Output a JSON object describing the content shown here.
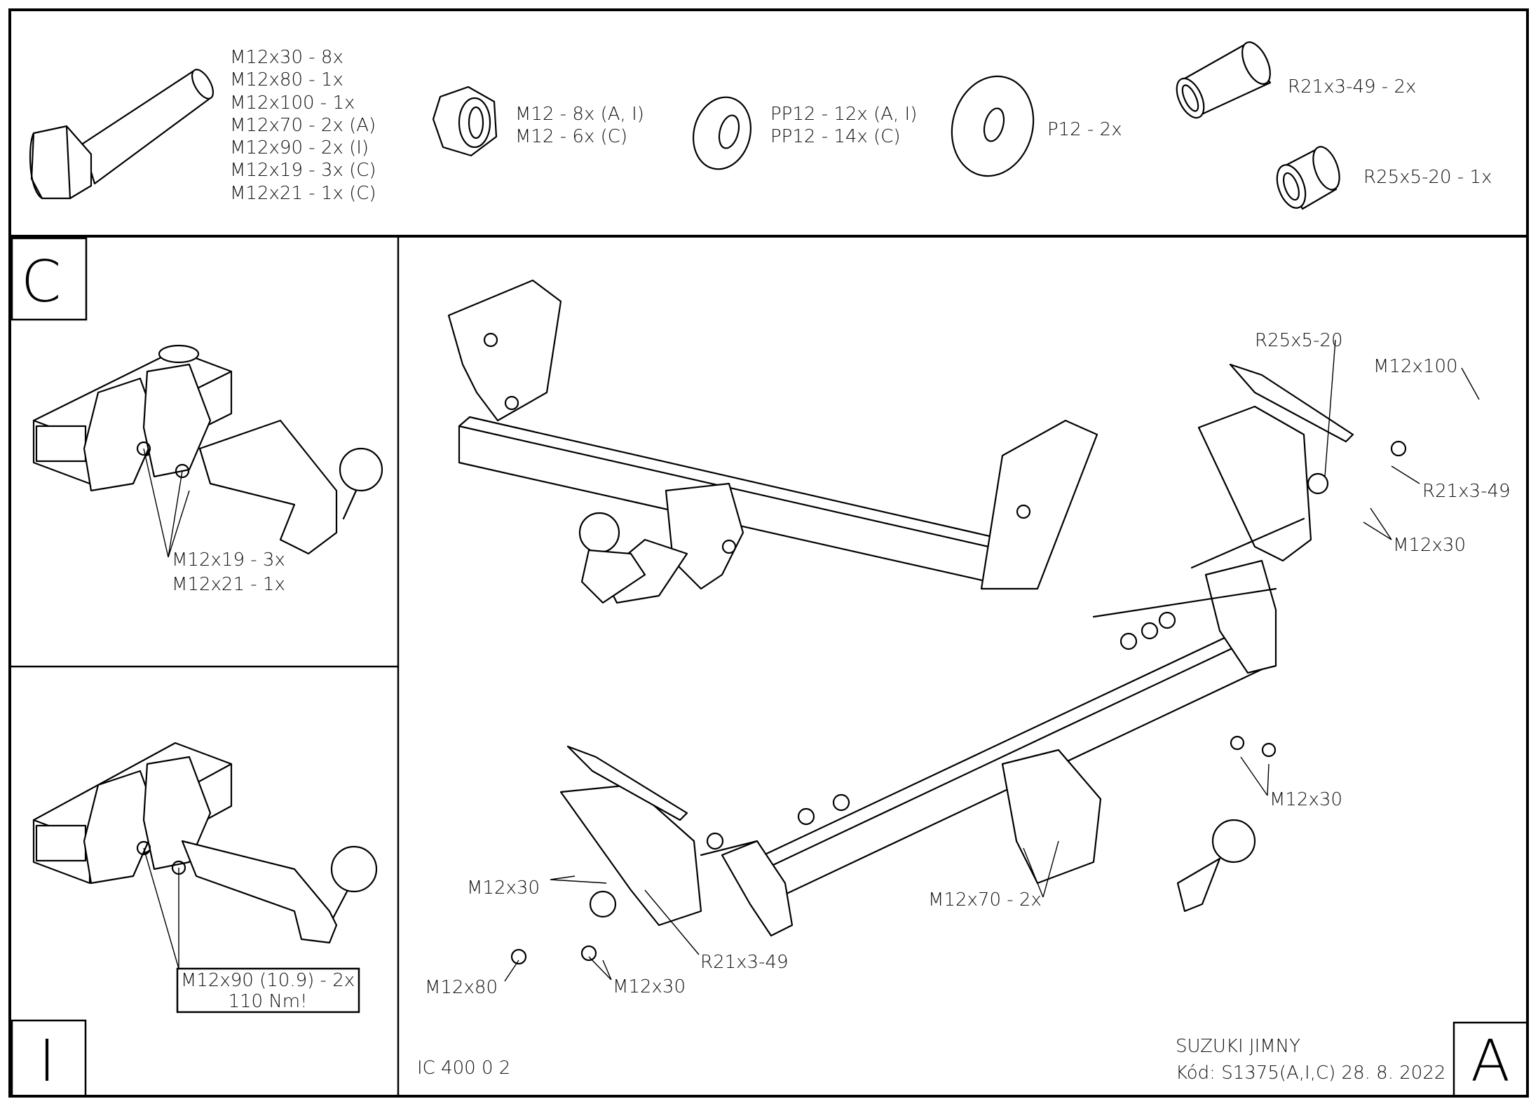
{
  "parts_list": {
    "bolts": [
      "M12x30 - 8x",
      "M12x80 - 1x",
      "M12x100 - 1x",
      "M12x70 - 2x (A)",
      "M12x90 - 2x (I)",
      "M12x19 - 3x (C)",
      "M12x21 - 1x (C)"
    ],
    "nuts": [
      "M12 - 8x (A, I)",
      "M12 - 6x (C)"
    ],
    "washers": [
      "PP12 - 12x (A, I)",
      "PP12 - 14x (C)"
    ],
    "large_washer": "P12 - 2x",
    "spacer_long": "R21x3-49 - 2x",
    "spacer_short": "R25x5-20 - 1x"
  },
  "panel_c": {
    "letter": "C",
    "labels": [
      "M12x19 - 3x",
      "M12x21 - 1x"
    ]
  },
  "panel_i": {
    "letter": "I",
    "note_line1": "M12x90 (10.9) - 2x",
    "note_line2": "110 Nm!"
  },
  "panel_a": {
    "letter": "A",
    "callouts": {
      "r25_top": "R25x5-20",
      "m12x100": "M12x100",
      "r21_right": "R21x3-49",
      "m12x30_right": "M12x30",
      "m12x30_lower_right": "M12x30",
      "m12x70": "M12x70 - 2x",
      "r21_left": "R21x3-49",
      "m12x30_bottom": "M12x30",
      "m12x80": "M12x80",
      "m12x30_left": "M12x30"
    },
    "drawing_number": "IC 400 0 2",
    "vehicle": "SUZUKI JIMNY",
    "code_line": "Kód: S1375(A,I,C)  28. 8. 2022"
  }
}
